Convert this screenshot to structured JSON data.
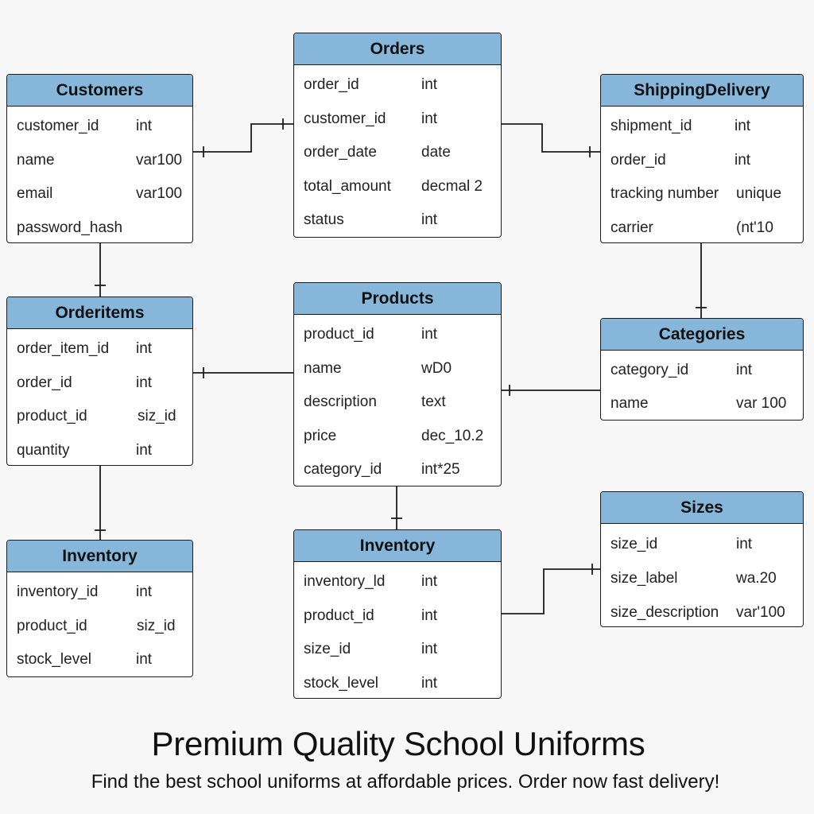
{
  "entities": {
    "customers": {
      "title": "Customers",
      "fields": [
        {
          "name": "customer_id",
          "type": "int"
        },
        {
          "name": "name",
          "type": "var100"
        },
        {
          "name": "email",
          "type": "var100"
        },
        {
          "name": "password_hash",
          "type": ""
        }
      ]
    },
    "orders": {
      "title": "Orders",
      "fields": [
        {
          "name": "order_id",
          "type": "int"
        },
        {
          "name": "customer_id",
          "type": "int"
        },
        {
          "name": "order_date",
          "type": "date"
        },
        {
          "name": "total_amount",
          "type": "decmal 2"
        },
        {
          "name": "status",
          "type": "int"
        }
      ]
    },
    "shipping": {
      "title": "ShippingDelivery",
      "fields": [
        {
          "name": "shipment_id",
          "type": "int"
        },
        {
          "name": "order_id",
          "type": "int"
        },
        {
          "name": "tracking number",
          "type": "unique"
        },
        {
          "name": "carrier",
          "type": "(nt'10"
        }
      ]
    },
    "orderitems": {
      "title": "Orderitems",
      "fields": [
        {
          "name": "order_item_id",
          "type": "int"
        },
        {
          "name": "order_id",
          "type": "int"
        },
        {
          "name": "product_id",
          "type": "siz_id"
        },
        {
          "name": "quantity",
          "type": "int"
        }
      ]
    },
    "products": {
      "title": "Products",
      "fields": [
        {
          "name": "product_id",
          "type": "int"
        },
        {
          "name": "name",
          "type": "wD0"
        },
        {
          "name": "description",
          "type": "text"
        },
        {
          "name": "price",
          "type": "dec_10.2"
        },
        {
          "name": "category_id",
          "type": "int*25"
        }
      ]
    },
    "categories": {
      "title": "Categories",
      "fields": [
        {
          "name": "category_id",
          "type": "int"
        },
        {
          "name": "name",
          "type": "var 100"
        }
      ]
    },
    "inventory_left": {
      "title": "Inventory",
      "fields": [
        {
          "name": "inventory_id",
          "type": "int"
        },
        {
          "name": "product_id",
          "type": "siz_id"
        },
        {
          "name": "stock_level",
          "type": "int"
        }
      ]
    },
    "inventory_mid": {
      "title": "Inventory",
      "fields": [
        {
          "name": "inventory_ld",
          "type": "int"
        },
        {
          "name": "product_id",
          "type": "int"
        },
        {
          "name": "size_id",
          "type": "int"
        },
        {
          "name": "stock_level",
          "type": "int"
        }
      ]
    },
    "sizes": {
      "title": "Sizes",
      "fields": [
        {
          "name": "size_id",
          "type": "int"
        },
        {
          "name": "size_label",
          "type": "wa.20"
        },
        {
          "name": "size_description",
          "type": "var'100"
        }
      ]
    }
  },
  "footer": {
    "title": "Premium Quality School Uniforms",
    "subtitle": "Find the best school uniforms at affordable prices. Order now fast delivery!"
  },
  "colors": {
    "header": "#86b6d9",
    "border": "#1c1c1c",
    "background": "#f7f7f8"
  }
}
